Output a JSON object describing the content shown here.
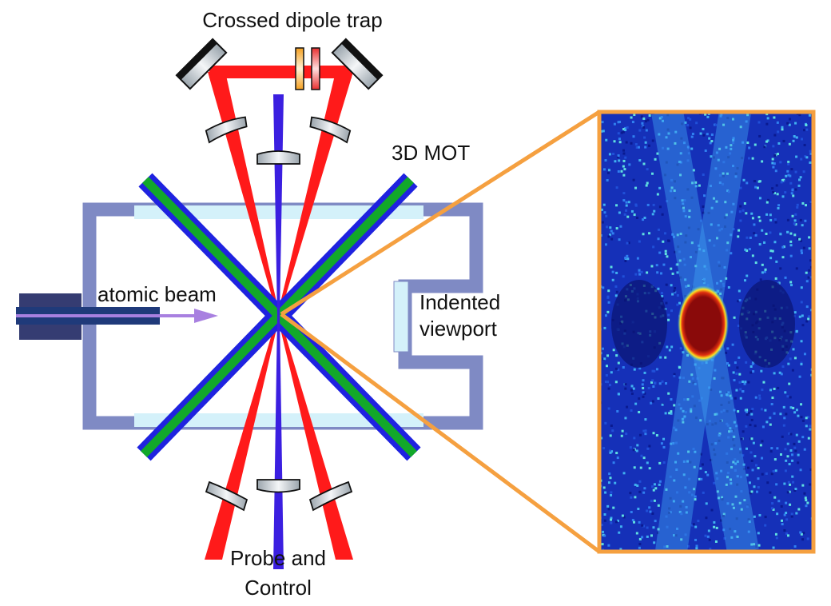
{
  "labels": {
    "dipole_trap": "Crossed dipole trap",
    "mot": "3D MOT",
    "atomic_beam": "atomic beam",
    "viewport_line1": "Indented",
    "viewport_line2": "viewport",
    "probe_line1": "Probe and",
    "probe_line2": "Control"
  },
  "colors": {
    "chamber": "#7f8ac4",
    "window": "#d4f1fa",
    "red_beam": "#ff1a1a",
    "probe_beam": "#3b1fe0",
    "mot_outer": "#1f22e0",
    "mot_inner": "#12a82a",
    "inset_border": "#f5a040",
    "atomic_beam": "#a880e0"
  }
}
